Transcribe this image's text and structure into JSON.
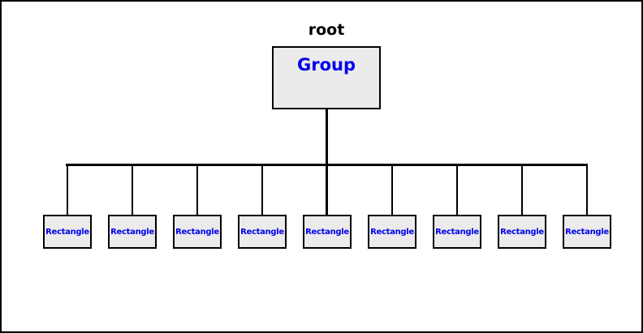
{
  "diagram": {
    "root_label": "root",
    "group_node": {
      "label": "Group"
    },
    "children": [
      {
        "label": "Rectangle"
      },
      {
        "label": "Rectangle"
      },
      {
        "label": "Rectangle"
      },
      {
        "label": "Rectangle"
      },
      {
        "label": "Rectangle"
      },
      {
        "label": "Rectangle"
      },
      {
        "label": "Rectangle"
      },
      {
        "label": "Rectangle"
      },
      {
        "label": "Rectangle"
      }
    ],
    "colors": {
      "canvas_background": "#ffffff",
      "canvas_border": "#000000",
      "node_fill": "#ebebeb",
      "node_border": "#000000",
      "node_label": "#0000ee",
      "root_label": "#000000",
      "connector": "#000000"
    }
  }
}
